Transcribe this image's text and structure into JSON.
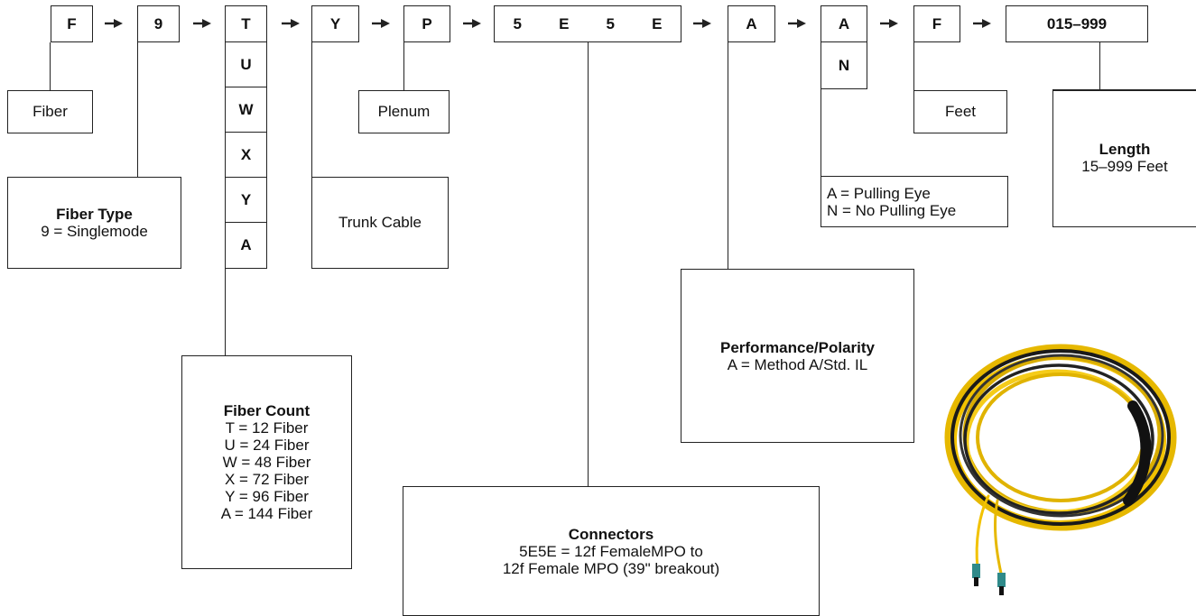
{
  "code_segments": [
    "F",
    "9",
    "T",
    "Y",
    "P",
    "5E5E",
    "A",
    "A",
    "F",
    "015–999"
  ],
  "connector_codes": [
    "5",
    "E",
    "5",
    "E"
  ],
  "fiber_count_options": [
    "U",
    "W",
    "X",
    "Y",
    "A"
  ],
  "pulling_eye_options": [
    "N"
  ],
  "labels": {
    "fiber": "Fiber",
    "plenum": "Plenum",
    "trunk_cable": "Trunk Cable",
    "feet": "Feet"
  },
  "fiber_type": {
    "title": "Fiber Type",
    "lines": [
      "9 = Singlemode"
    ]
  },
  "fiber_count": {
    "title": "Fiber Count",
    "lines": [
      "T = 12 Fiber",
      "U = 24 Fiber",
      "W = 48 Fiber",
      "X = 72 Fiber",
      "Y = 96 Fiber",
      "A = 144 Fiber"
    ]
  },
  "connectors": {
    "title": "Connectors",
    "lines": [
      "5E5E = 12f FemaleMPO to",
      "12f Female MPO (39\" breakout)"
    ]
  },
  "performance": {
    "title": "Performance/Polarity",
    "lines": [
      "A = Method A/Std. IL"
    ]
  },
  "pulling_eye": {
    "lines": [
      "A = Pulling Eye",
      "N = No Pulling Eye"
    ]
  },
  "length": {
    "title": "Length",
    "lines": [
      "15–999 Feet"
    ]
  },
  "colors": {
    "line": "#222222",
    "cable_jacket": "#f2c200",
    "trunk": "#1a1a1a",
    "mpo_boot": "#2f8a8a"
  }
}
